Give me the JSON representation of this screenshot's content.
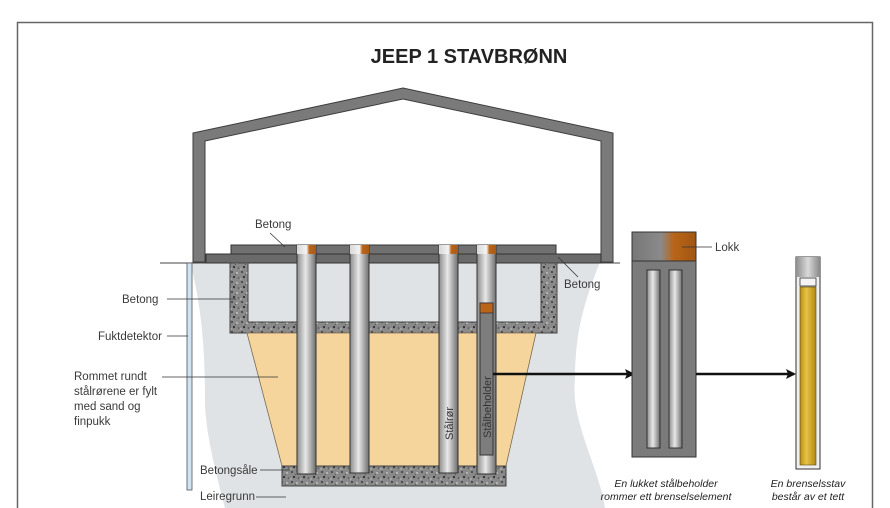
{
  "title": "JEEP 1 STAVBRØNN",
  "labels": {
    "betong_top": "Betong",
    "betong_right": "Betong",
    "betong_left": "Betong",
    "fuktdetektor": "Fuktdetektor",
    "rommet_line1": "Rommet rundt",
    "rommet_line2": "stålrørene er fylt",
    "rommet_line3": "med sand og",
    "rommet_line4": "finpukk",
    "betongsale": "Betongsåle",
    "leiregrunn": "Leiregrunn",
    "stalror": "Stålrør",
    "stalbeholder": "Stålbeholder",
    "lokk": "Lokk"
  },
  "captions": {
    "container_line1": "En lukket stålbeholder",
    "container_line2": "rommer ett brenselselement",
    "rod_line1": "En brenselsstav",
    "rod_line2": "består av et tett"
  },
  "colors": {
    "wall_gray": "#7a7a7a",
    "sand": "#f5d59b",
    "ground": "#dfe3e6",
    "lid_orange": "#b8651a",
    "fuel_yellow": "#d6ab2a",
    "detector_blue": "#cfe3f3"
  }
}
